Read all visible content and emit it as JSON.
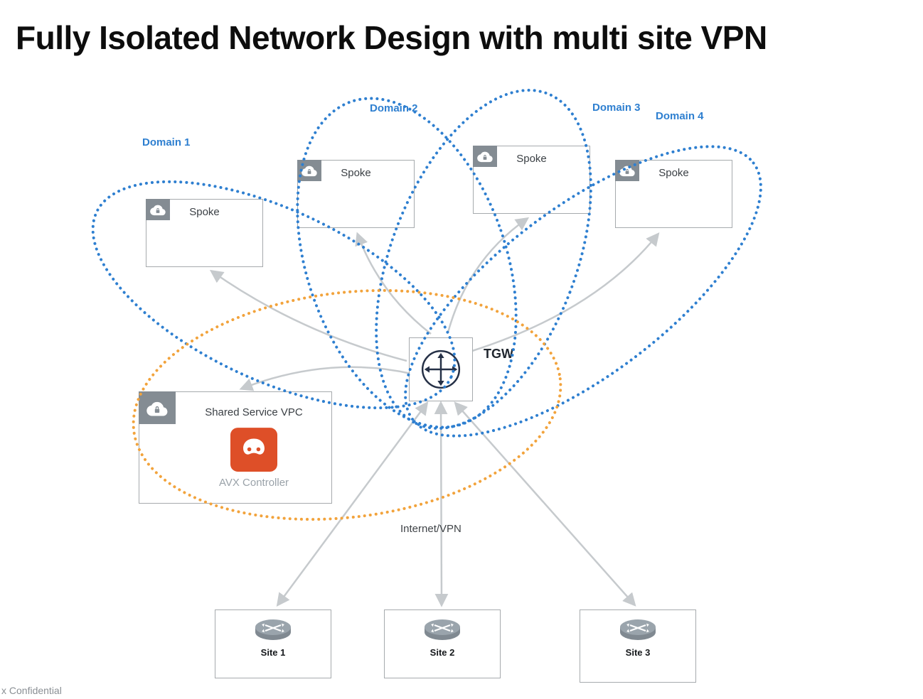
{
  "title": "Fully Isolated Network Design with multi site VPN",
  "domains": [
    {
      "label": "Domain 1"
    },
    {
      "label": "Domain 2"
    },
    {
      "label": "Domain 3"
    },
    {
      "label": "Domain 4"
    }
  ],
  "spokes": [
    {
      "label": "Spoke"
    },
    {
      "label": "Spoke"
    },
    {
      "label": "Spoke"
    },
    {
      "label": "Spoke"
    }
  ],
  "tgw": {
    "label": "TGW"
  },
  "shared_service": {
    "title": "Shared Service VPC",
    "controller_label": "AVX Controller"
  },
  "connection_label": "Internet/VPN",
  "sites": [
    {
      "label": "Site 1"
    },
    {
      "label": "Site 2"
    },
    {
      "label": "Site 3"
    }
  ],
  "footer": "x Confidential",
  "colors": {
    "domain_blue": "#2e7fd0",
    "shared_orange": "#f2a33c",
    "arrow_gray": "#c6cacd",
    "box_border": "#a6aaad",
    "badge_gray": "#848c93",
    "tgw_icon": "#253046",
    "avx_orange": "#de4f28"
  },
  "icons": {
    "spoke_badge": "cloud-lock-icon",
    "tgw": "transit-gateway-icon",
    "site": "router-icon",
    "controller": "aviatrix-controller-icon"
  }
}
